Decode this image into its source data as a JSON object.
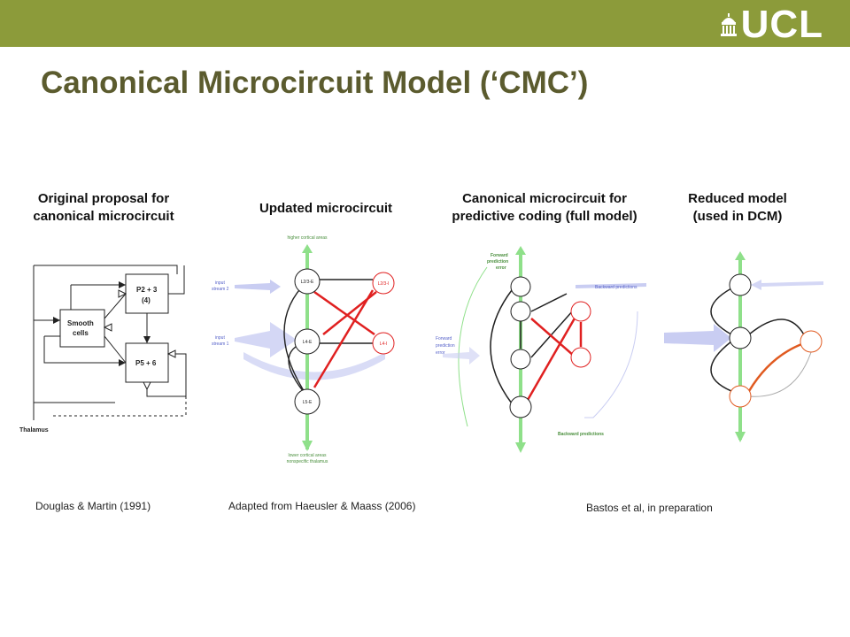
{
  "header": {
    "logo_text": "UCL",
    "title": "Canonical Microcircuit Model (‘CMC’)"
  },
  "panels": [
    {
      "title_line1": "Original proposal for",
      "title_line2": "canonical microcircuit",
      "citation": "Douglas & Martin (1991)",
      "nodes": {
        "p23": "P2 + 3",
        "p23_sub": "(4)",
        "smooth": "Smooth",
        "smooth2": "cells",
        "p56": "P5 + 6"
      },
      "thalamus": "Thalamus"
    },
    {
      "title_line1": "Updated microcircuit",
      "citation": "Adapted from Haeusler & Maass (2006)",
      "nodes": {
        "l23e": "L2/3-E",
        "l23i": "L2/3-I",
        "l4e": "L4-E",
        "l4i": "L4-I",
        "l5e": "L5-E"
      },
      "labels": {
        "higher": "higher cortical areas",
        "lower": "lower cortical areas",
        "lower2": "nonspecific thalamus",
        "input2a": "input",
        "input2b": "stream 2",
        "input1a": "input",
        "input1b": "stream 1"
      }
    },
    {
      "title_line1": "Canonical microcircuit for",
      "title_line2": "predictive coding (full model)",
      "citation": "Bastos et al, in preparation",
      "labels": {
        "fpe_top1": "Forward",
        "fpe_top2": "prediction",
        "fpe_top3": "error",
        "fpe_left1": "Forward",
        "fpe_left2": "prediction",
        "fpe_left3": "error",
        "backward_top": "Backward predictions",
        "backward_bottom": "Backward predictions"
      }
    },
    {
      "title_line1": "Reduced model",
      "title_line2": "(used in DCM)"
    }
  ]
}
